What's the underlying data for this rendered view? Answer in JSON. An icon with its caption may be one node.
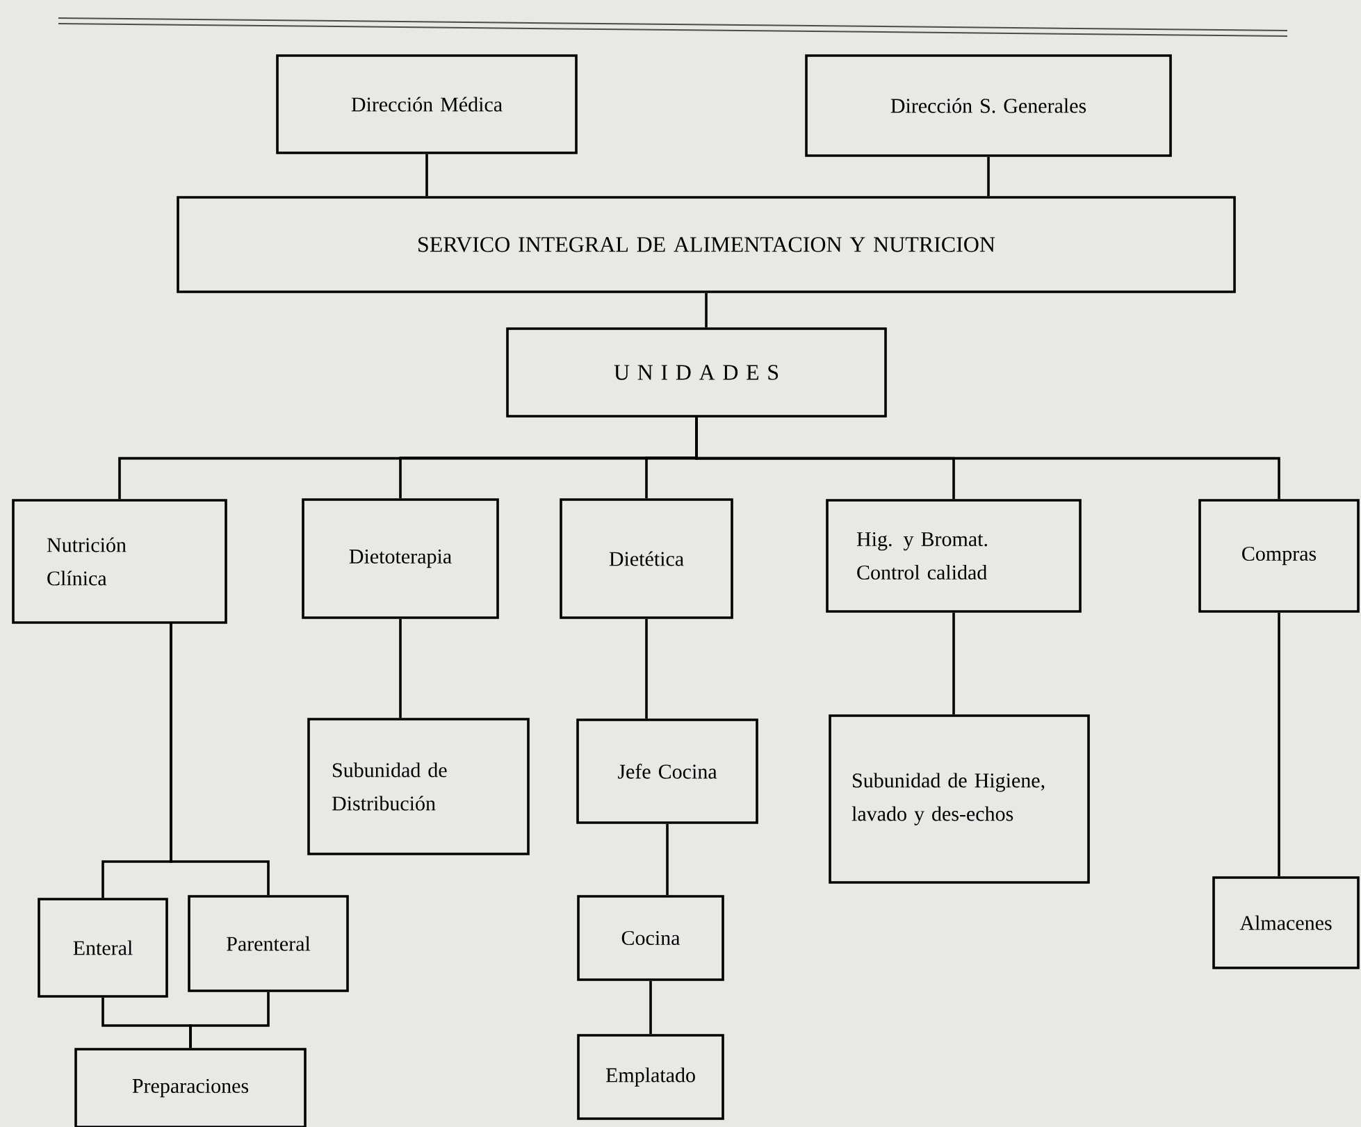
{
  "diagram": {
    "nodes": [
      {
        "text": [
          "Dirección Médica"
        ]
      },
      {
        "text": [
          "Dirección S. Generales"
        ]
      },
      {
        "text": [
          "SERVICO INTEGRAL DE ALIMENTACION Y NUTRICION"
        ]
      },
      {
        "text": [
          "U N I D A D E S"
        ]
      },
      {
        "text": [
          "Nutrición Clínica"
        ]
      },
      {
        "text": [
          "Dietoterapia"
        ]
      },
      {
        "text": [
          "Dietética"
        ]
      },
      {
        "text": [
          "Hig. y Bromat. Control calidad"
        ]
      },
      {
        "text": [
          "Compras"
        ]
      },
      {
        "text": [
          "Subunidad de Distribución"
        ]
      },
      {
        "text": [
          "Jefe Cocina"
        ]
      },
      {
        "text": [
          "Subunidad de Higiene, lavado y des-echos"
        ]
      },
      {
        "text": [
          "Enteral"
        ]
      },
      {
        "text": [
          "Parenteral"
        ]
      },
      {
        "text": [
          "Cocina"
        ]
      },
      {
        "text": [
          "Almacenes"
        ]
      },
      {
        "text": [
          "Preparaciones"
        ]
      },
      {
        "text": [
          "Emplatado"
        ]
      }
    ],
    "edges": [
      {
        "from": 0,
        "to": 2,
        "arrow": "none"
      },
      {
        "from": 1,
        "to": 2,
        "arrow": "none"
      },
      {
        "from": 2,
        "to": 3,
        "arrow": "none"
      },
      {
        "from": 3,
        "to": 4,
        "arrow": "none"
      },
      {
        "from": 3,
        "to": 5,
        "arrow": "none"
      },
      {
        "from": 3,
        "to": 6,
        "arrow": "none"
      },
      {
        "from": 3,
        "to": 7,
        "arrow": "none"
      },
      {
        "from": 3,
        "to": 8,
        "arrow": "none"
      },
      {
        "from": 4,
        "to": 12,
        "arrow": "none"
      },
      {
        "from": 4,
        "to": 13,
        "arrow": "none"
      },
      {
        "from": 5,
        "to": 9,
        "arrow": "none"
      },
      {
        "from": 6,
        "to": 10,
        "arrow": "none"
      },
      {
        "from": 7,
        "to": 11,
        "arrow": "none"
      },
      {
        "from": 8,
        "to": 15,
        "arrow": "none"
      },
      {
        "from": 10,
        "to": 14,
        "arrow": "none"
      },
      {
        "from": 12,
        "to": 16,
        "arrow": "none"
      },
      {
        "from": 13,
        "to": 16,
        "arrow": "none"
      },
      {
        "from": 14,
        "to": 17,
        "arrow": "none"
      }
    ]
  }
}
